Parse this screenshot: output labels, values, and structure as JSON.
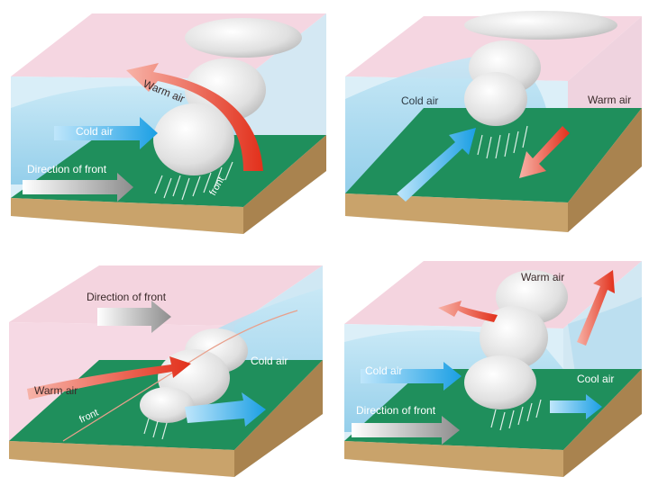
{
  "colors": {
    "sky_pink": "#f2c9d8",
    "cold_water": "#a9d8ef",
    "ground_green": "#1f8f5c",
    "soil": "#c9a36b",
    "warm_arrow": "#e64b35",
    "cold_arrow": "#2aa7e8",
    "front_arrow": "#9a9a9a"
  },
  "panels": [
    {
      "labels": {
        "warm_air": "Warm air",
        "cold_air": "Cold air",
        "direction": "Direction of front",
        "front": "front"
      }
    },
    {
      "labels": {
        "cold_air": "Cold air",
        "warm_air": "Warm air"
      }
    },
    {
      "labels": {
        "direction": "Direction of front",
        "warm_air": "Warm air",
        "cold_air": "Cold air",
        "front": "front"
      }
    },
    {
      "labels": {
        "warm_air": "Warm air",
        "cold_air": "Cold air",
        "direction": "Direction of front",
        "cool_air": "Cool air"
      }
    }
  ]
}
